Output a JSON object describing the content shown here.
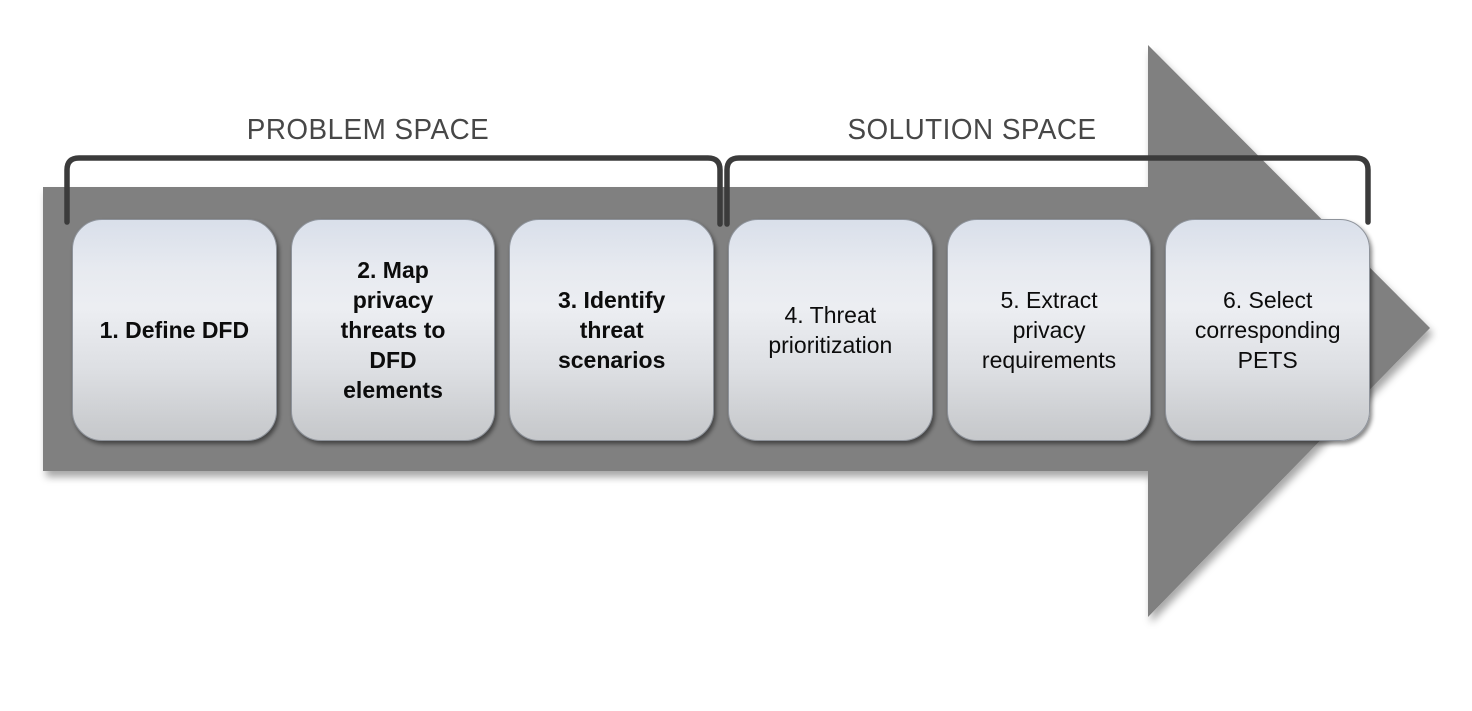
{
  "diagram": {
    "problem_space_label": "PROBLEM SPACE",
    "solution_space_label": "SOLUTION SPACE",
    "steps": [
      {
        "label": "1. Define DFD"
      },
      {
        "label": "2. Map\nprivacy\nthreats to\nDFD\nelements"
      },
      {
        "label": "3. Identify\nthreat\nscenarios"
      },
      {
        "label": "4. Threat\nprioritization"
      },
      {
        "label": "5. Extract\nprivacy\nrequirements"
      },
      {
        "label": "6. Select\ncorresponding\nPETS"
      }
    ],
    "colors": {
      "arrow_fill": "#808080",
      "bracket_stroke": "#3b3b3b",
      "space_label_text": "#474747",
      "step_text": "#0c0c0c",
      "step_gradient_top": "#d9dfea",
      "step_gradient_bottom": "#c6c8cb"
    }
  }
}
